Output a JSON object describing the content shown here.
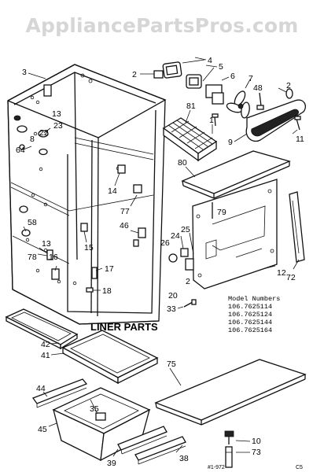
{
  "watermark": "AppliancePartsPros.com",
  "title": "LINER PARTS",
  "model_numbers": {
    "heading": "Model Numbers",
    "items": [
      "106.7625114",
      "106.7625124",
      "106.7625144",
      "106.7625164"
    ]
  },
  "drawing_code": "#1-972",
  "page_code": "C5",
  "callouts": [
    {
      "id": "c3",
      "label": "3"
    },
    {
      "id": "c2a",
      "label": "2"
    },
    {
      "id": "c4",
      "label": "4"
    },
    {
      "id": "c5",
      "label": "5"
    },
    {
      "id": "c6",
      "label": "6"
    },
    {
      "id": "c7",
      "label": "7"
    },
    {
      "id": "c48",
      "label": "48"
    },
    {
      "id": "c2b",
      "label": "2"
    },
    {
      "id": "c81",
      "label": "81"
    },
    {
      "id": "c1",
      "label": "1"
    },
    {
      "id": "c11",
      "label": "11"
    },
    {
      "id": "c9",
      "label": "9"
    },
    {
      "id": "c13a",
      "label": "13"
    },
    {
      "id": "c8",
      "label": "8"
    },
    {
      "id": "c22",
      "label": "22"
    },
    {
      "id": "c23",
      "label": "23"
    },
    {
      "id": "c64",
      "label": "64"
    },
    {
      "id": "c80",
      "label": "80"
    },
    {
      "id": "c14",
      "label": "14"
    },
    {
      "id": "c77",
      "label": "77"
    },
    {
      "id": "c79",
      "label": "79"
    },
    {
      "id": "c25",
      "label": "25"
    },
    {
      "id": "c46",
      "label": "46"
    },
    {
      "id": "c58",
      "label": "58"
    },
    {
      "id": "c13b",
      "label": "13"
    },
    {
      "id": "c15",
      "label": "15"
    },
    {
      "id": "c26",
      "label": "26"
    },
    {
      "id": "c24",
      "label": "24"
    },
    {
      "id": "c78",
      "label": "78"
    },
    {
      "id": "c16",
      "label": "16"
    },
    {
      "id": "c12",
      "label": "12"
    },
    {
      "id": "c72",
      "label": "72"
    },
    {
      "id": "c17",
      "label": "17"
    },
    {
      "id": "c2c",
      "label": "2"
    },
    {
      "id": "c20",
      "label": "20"
    },
    {
      "id": "c18",
      "label": "18"
    },
    {
      "id": "c33",
      "label": "33"
    },
    {
      "id": "c42",
      "label": "42"
    },
    {
      "id": "c41",
      "label": "41"
    },
    {
      "id": "c75",
      "label": "75"
    },
    {
      "id": "c44",
      "label": "44"
    },
    {
      "id": "c35",
      "label": "35"
    },
    {
      "id": "c45",
      "label": "45"
    },
    {
      "id": "c10",
      "label": "10"
    },
    {
      "id": "c73",
      "label": "73"
    },
    {
      "id": "c39",
      "label": "39"
    },
    {
      "id": "c38",
      "label": "38"
    }
  ]
}
